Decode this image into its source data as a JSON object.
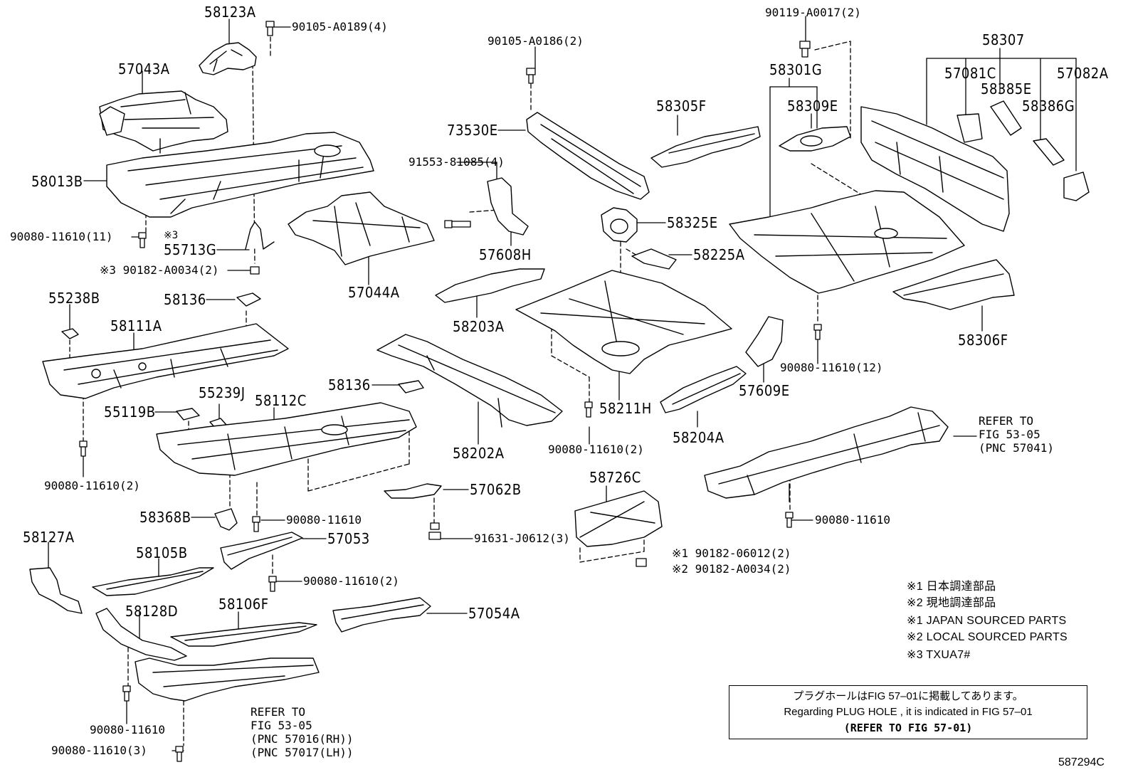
{
  "callouts": {
    "c58123A": "58123A",
    "c90105A0189": "90105-A0189(4)",
    "c57043A": "57043A",
    "c58013B": "58013B",
    "c90080_11": "90080-11610(11)",
    "c55713G_mark": "※3",
    "c55713G": "55713G",
    "c90182A0034_a": "※3 90182-A0034(2)",
    "c57044A": "57044A",
    "c55238B": "55238B",
    "c58136_a": "58136",
    "c58111A": "58111A",
    "c55239J": "55239J",
    "c58112C": "58112C",
    "c58136_b": "58136",
    "c55119B": "55119B",
    "c90080_2a": "90080-11610(2)",
    "c58368B": "58368B",
    "c90080_a": "90080-11610",
    "c58127A": "58127A",
    "c58105B": "58105B",
    "c57053": "57053",
    "c90080_2b": "90080-11610(2)",
    "c58128D": "58128D",
    "c58106F": "58106F",
    "c57054A": "57054A",
    "c90080_b": "90080-11610",
    "c90080_3": "90080-11610(3)",
    "c90105A0186": "90105-A0186(2)",
    "c73530E": "73530E",
    "c91553": "91553-81085(4)",
    "c57608H": "57608H",
    "c58203A": "58203A",
    "c58202A": "58202A",
    "c57062B": "57062B",
    "c91631": "91631-J0612(3)",
    "c58305F": "58305F",
    "c58325E": "58325E",
    "c58225A": "58225A",
    "c58211H": "58211H",
    "c90080_2c": "90080-11610(2)",
    "c58204A": "58204A",
    "c57609E": "57609E",
    "c58726C": "58726C",
    "c90182_06012": "※1 90182-06012(2)",
    "c90182_A0034_b": "※2 90182-A0034(2)",
    "c90119": "90119-A0017(2)",
    "c58301G": "58301G",
    "c58309E": "58309E",
    "c58307": "58307",
    "c57081C": "57081C",
    "c58385E": "58385E",
    "c57082A": "57082A",
    "c58386G": "58386G",
    "c58306F": "58306F",
    "c90080_12": "90080-11610(12)",
    "c90080_c": "90080-11610"
  },
  "references": {
    "left_1": "REFER TO",
    "left_2": "FIG 53-05",
    "left_3": "(PNC 57016(RH))",
    "left_4": "(PNC 57017(LH))",
    "right_1": "REFER TO",
    "right_2": "FIG 53-05",
    "right_3": "(PNC 57041)"
  },
  "notes": {
    "n1": "※1 日本調達部品",
    "n2": "※2 現地調達部品",
    "n3": "※1 JAPAN SOURCED PARTS",
    "n4": "※2 LOCAL SOURCED PARTS",
    "n5": "※3 TXUA7#"
  },
  "plug_box": {
    "line1": "プラグホールはFIG 57–01に掲載してあります。",
    "line2": "Regarding  PLUG HOLE , it is indicated in FIG 57–01",
    "line3": "(REFER TO FIG 57-01)"
  },
  "figure_id": "587294C"
}
